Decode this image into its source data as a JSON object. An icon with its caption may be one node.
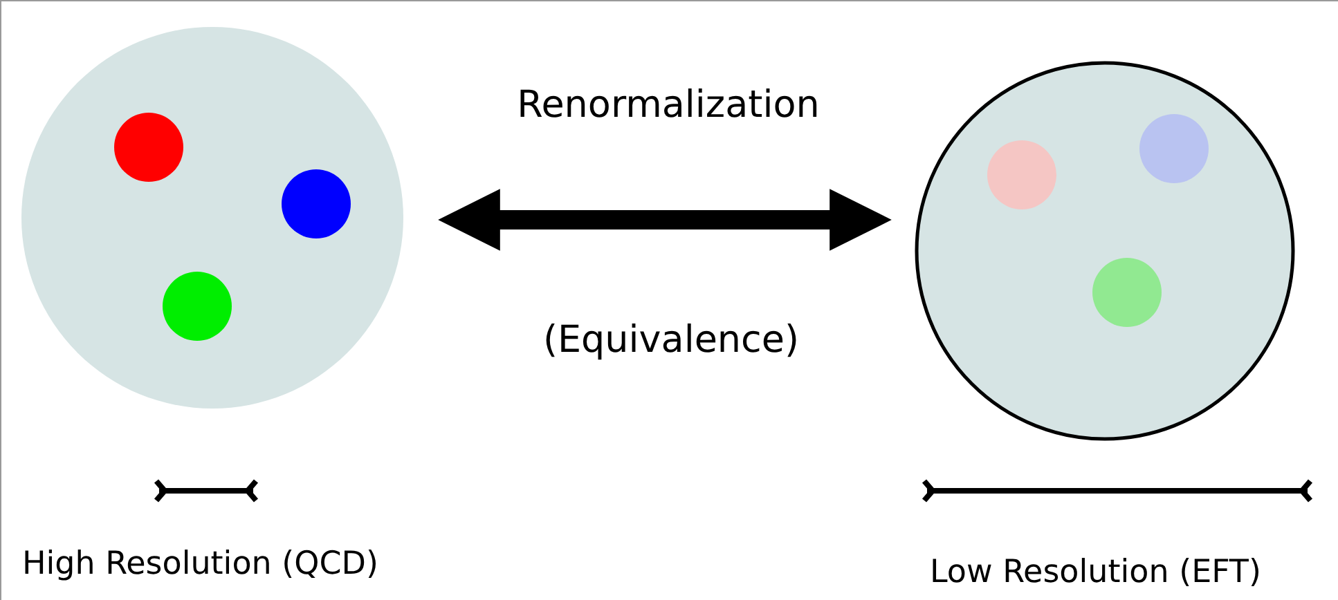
{
  "diagram": {
    "nodes": [
      {
        "text": [],
        "shape": "circle"
      },
      {
        "text": [],
        "shape": "circle"
      }
    ],
    "edges": [
      {
        "from": 0,
        "to": 1,
        "arrow": "both",
        "label": "Renormalization"
      }
    ],
    "labels": [
      "(Equivalence)",
      "High Resolution (QCD)",
      "Low Resolution (EFT)"
    ]
  }
}
